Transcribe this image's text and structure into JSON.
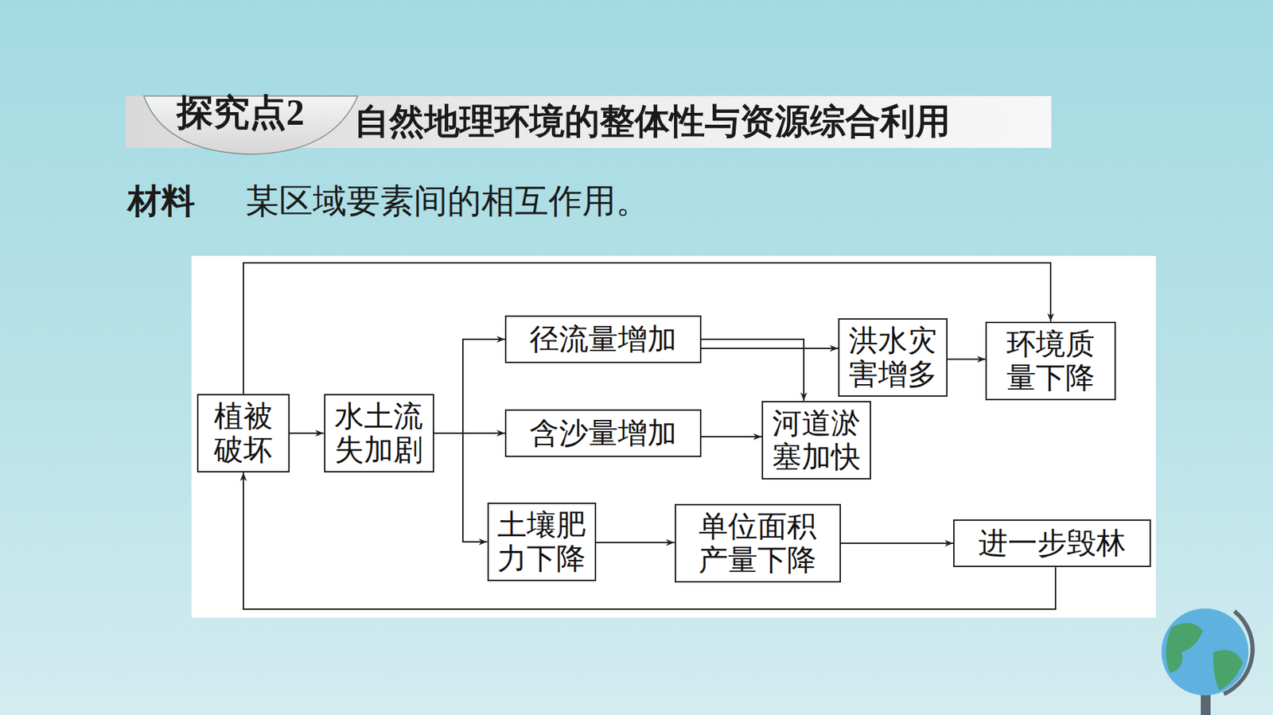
{
  "diagram": {
    "title": "自然地理环境的整体性与资源综合利用",
    "nodes": [
      {
        "text": [
          "植被破坏"
        ]
      },
      {
        "text": [
          "水土流失加剧"
        ]
      },
      {
        "text": [
          "径流量增加"
        ]
      },
      {
        "text": [
          "含沙量增加"
        ]
      },
      {
        "text": [
          "土壤肥力下降"
        ]
      },
      {
        "text": [
          "洪水灾害增多"
        ]
      },
      {
        "text": [
          "河道淤塞加快"
        ]
      },
      {
        "text": [
          "单位面积产量下降"
        ]
      },
      {
        "text": [
          "环境质量下降"
        ]
      },
      {
        "text": [
          "进一步毁林"
        ]
      }
    ],
    "edges": [
      {
        "from": 0,
        "to": 8,
        "arrow": "to"
      },
      {
        "from": 0,
        "to": 1,
        "arrow": "to"
      },
      {
        "from": 1,
        "to": 2,
        "arrow": "to"
      },
      {
        "from": 1,
        "to": 3,
        "arrow": "to"
      },
      {
        "from": 1,
        "to": 4,
        "arrow": "to"
      },
      {
        "from": 2,
        "to": 5,
        "arrow": "to"
      },
      {
        "from": 2,
        "to": 6,
        "arrow": "to"
      },
      {
        "from": 3,
        "to": 6,
        "arrow": "to"
      },
      {
        "from": 5,
        "to": 8,
        "arrow": "to"
      },
      {
        "from": 4,
        "to": 7,
        "arrow": "to"
      },
      {
        "from": 7,
        "to": 9,
        "arrow": "to"
      },
      {
        "from": 9,
        "to": 0,
        "arrow": "to"
      }
    ],
    "labels": [
      "探究点2",
      "材料",
      "某区域要素间的相互作用。"
    ]
  }
}
